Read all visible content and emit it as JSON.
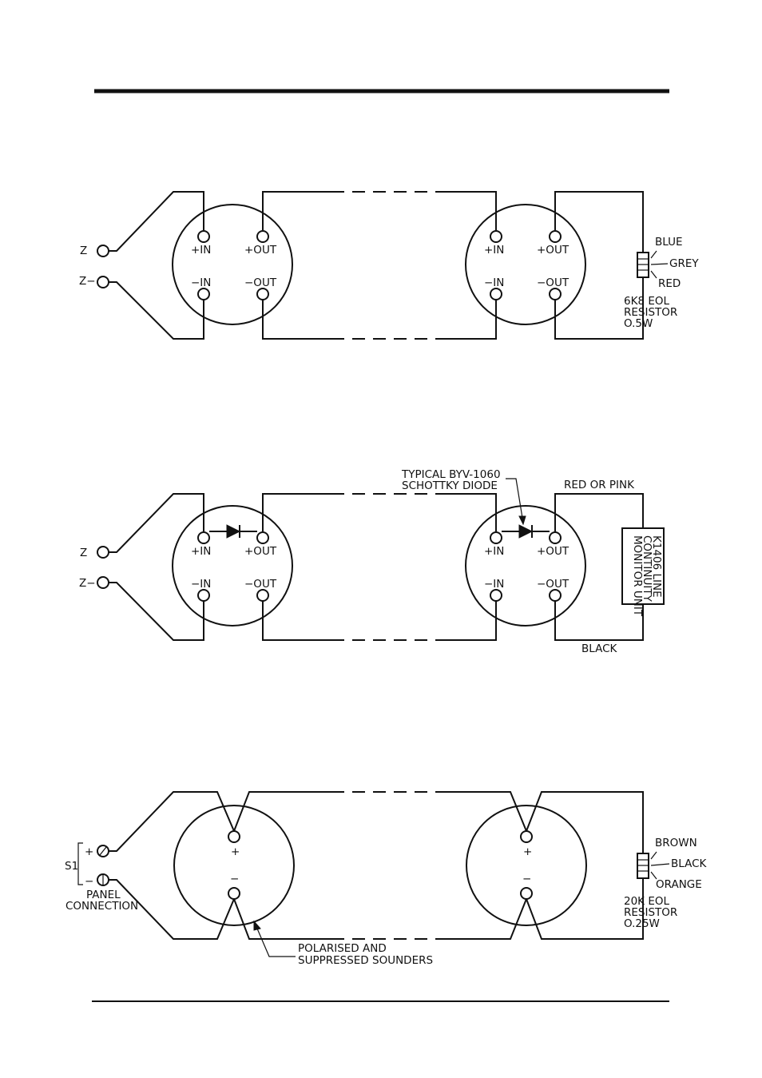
{
  "diagram1": {
    "z_label": "Z",
    "zminus_label": "Z−",
    "left_device": {
      "in_plus": "+IN",
      "out_plus": "+OUT",
      "in_minus": "−IN",
      "out_minus": "−OUT"
    },
    "right_device": {
      "in_plus": "+IN",
      "out_plus": "+OUT",
      "in_minus": "−IN",
      "out_minus": "−OUT"
    },
    "resistor_bands": [
      "BLUE",
      "GREY",
      "RED"
    ],
    "resistor_caption": [
      "6K8 EOL",
      "RESISTOR",
      "O.5W"
    ]
  },
  "diagram2": {
    "z_label": "Z",
    "zminus_label": "Z−",
    "left_device": {
      "in_plus": "+IN",
      "out_plus": "+OUT",
      "in_minus": "−IN",
      "out_minus": "−OUT"
    },
    "right_device": {
      "in_plus": "+IN",
      "out_plus": "+OUT",
      "in_minus": "−IN",
      "out_minus": "−OUT"
    },
    "diode_caption": [
      "TYPICAL BYV-1060",
      "SCHOTTKY DIODE"
    ],
    "top_wire_label": "RED OR PINK",
    "bottom_wire_label": "BLACK",
    "monitor_label": [
      "K1406 LINE",
      "CONTINUITY",
      "MONITOR UNIT"
    ]
  },
  "diagram3": {
    "plus_label": "+",
    "minus_label": "−",
    "s1_label": "S1",
    "panel_caption": [
      "PANEL",
      "CONNECTION"
    ],
    "left_sounder": {
      "plus": "+",
      "minus": "−"
    },
    "right_sounder": {
      "plus": "+",
      "minus": "−"
    },
    "resistor_bands": [
      "BROWN",
      "BLACK",
      "ORANGE"
    ],
    "resistor_caption": [
      "20K EOL",
      "RESISTOR",
      "O.25W"
    ],
    "sounder_caption": [
      "POLARISED AND",
      "SUPPRESSED SOUNDERS"
    ]
  }
}
